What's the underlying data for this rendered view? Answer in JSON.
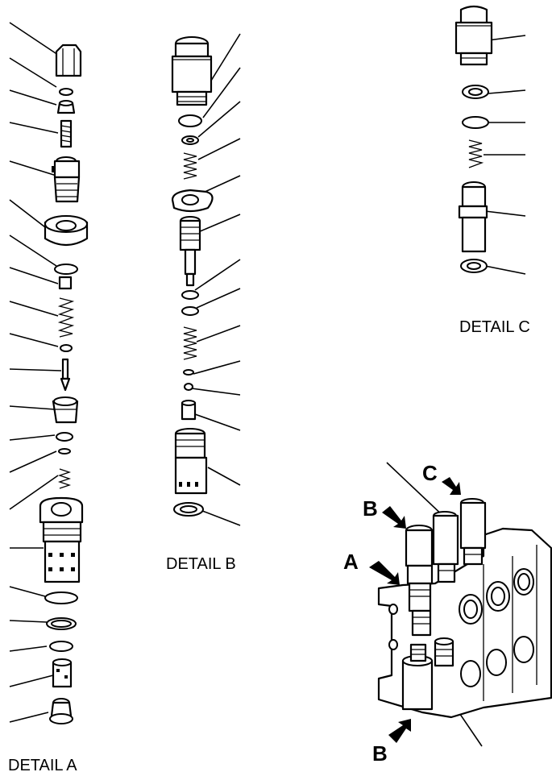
{
  "details": {
    "a": "DETAIL A",
    "b": "DETAIL B",
    "c": "DETAIL C"
  },
  "callouts": {
    "a": "A",
    "b_upper": "B",
    "b_lower": "B",
    "c": "C"
  }
}
